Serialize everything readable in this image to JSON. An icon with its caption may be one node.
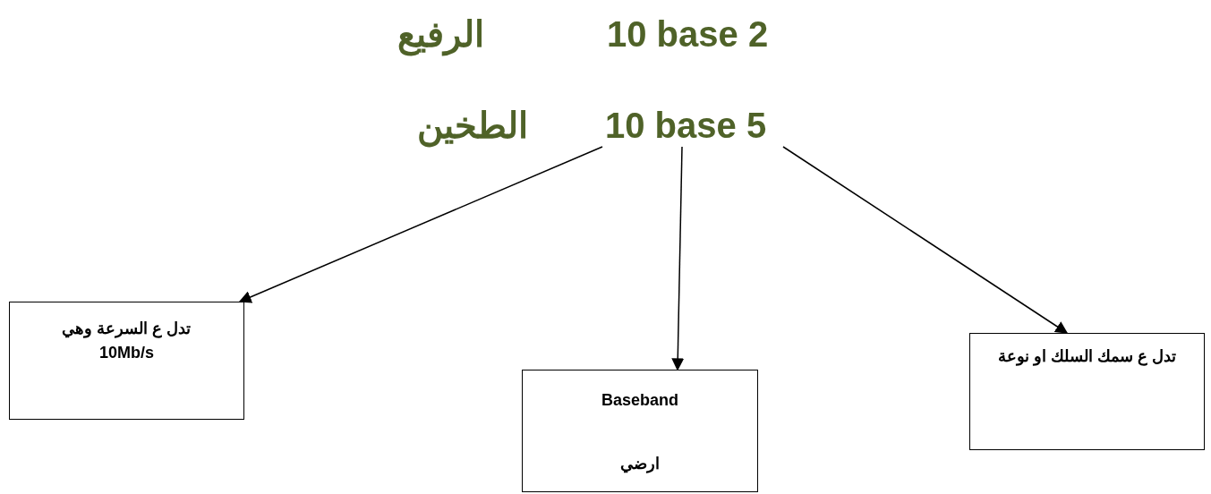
{
  "diagram": {
    "nodes": [
      {
        "text": [
          "10 base 5"
        ],
        "beside": [
          "الطخين"
        ]
      },
      {
        "text": [
          "تدل ع السرعة وهي 10Mb/s"
        ]
      },
      {
        "text": [
          "Baseband",
          "ارضي"
        ]
      },
      {
        "text": [
          "تدل ع سمك السلك او نوعة"
        ]
      }
    ],
    "edges": [
      {
        "from": 0,
        "to": 1,
        "arrow": "to"
      },
      {
        "from": 0,
        "to": 2,
        "arrow": "to"
      },
      {
        "from": 0,
        "to": 3,
        "arrow": "to"
      }
    ],
    "labels": [
      "10 base 2",
      "الرفيع"
    ]
  }
}
